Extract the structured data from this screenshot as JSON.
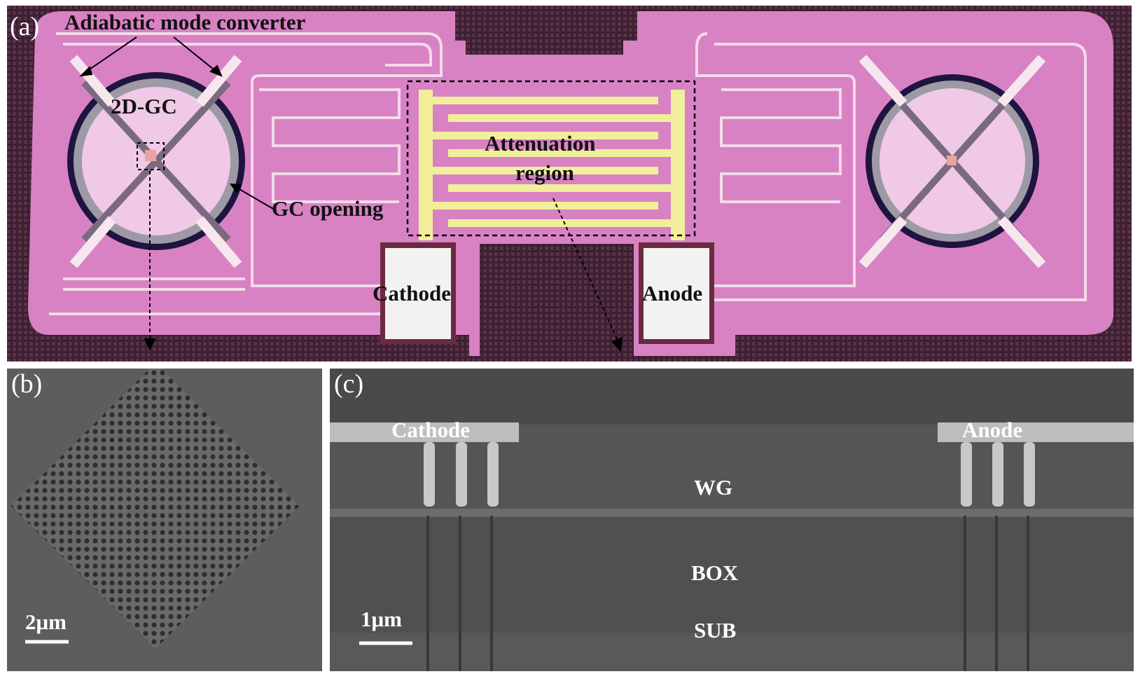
{
  "panel_a": {
    "panel_label": "(a)",
    "annotations": {
      "mode_converter": "Adiabatic mode converter",
      "grating_coupler": "2D-GC",
      "gc_opening": "GC opening",
      "attenuation_line1": "Attenuation",
      "attenuation_line2": "region",
      "cathode": "Cathode",
      "anode": "Anode"
    }
  },
  "panel_b": {
    "panel_label": "(b)",
    "scale_bar": "2μm"
  },
  "panel_c": {
    "panel_label": "(c)",
    "labels": {
      "cathode": "Cathode",
      "anode": "Anode",
      "waveguide": "WG",
      "box": "BOX",
      "substrate": "SUB"
    },
    "scale_bar": "1μm"
  },
  "colors": {
    "chip_pink": "#d882c4",
    "die_dark": "#3a2030",
    "pad_white": "#f2f2f2",
    "heater_yellow": "#f2ef9c",
    "sem_gray": "#5d5d5d"
  }
}
